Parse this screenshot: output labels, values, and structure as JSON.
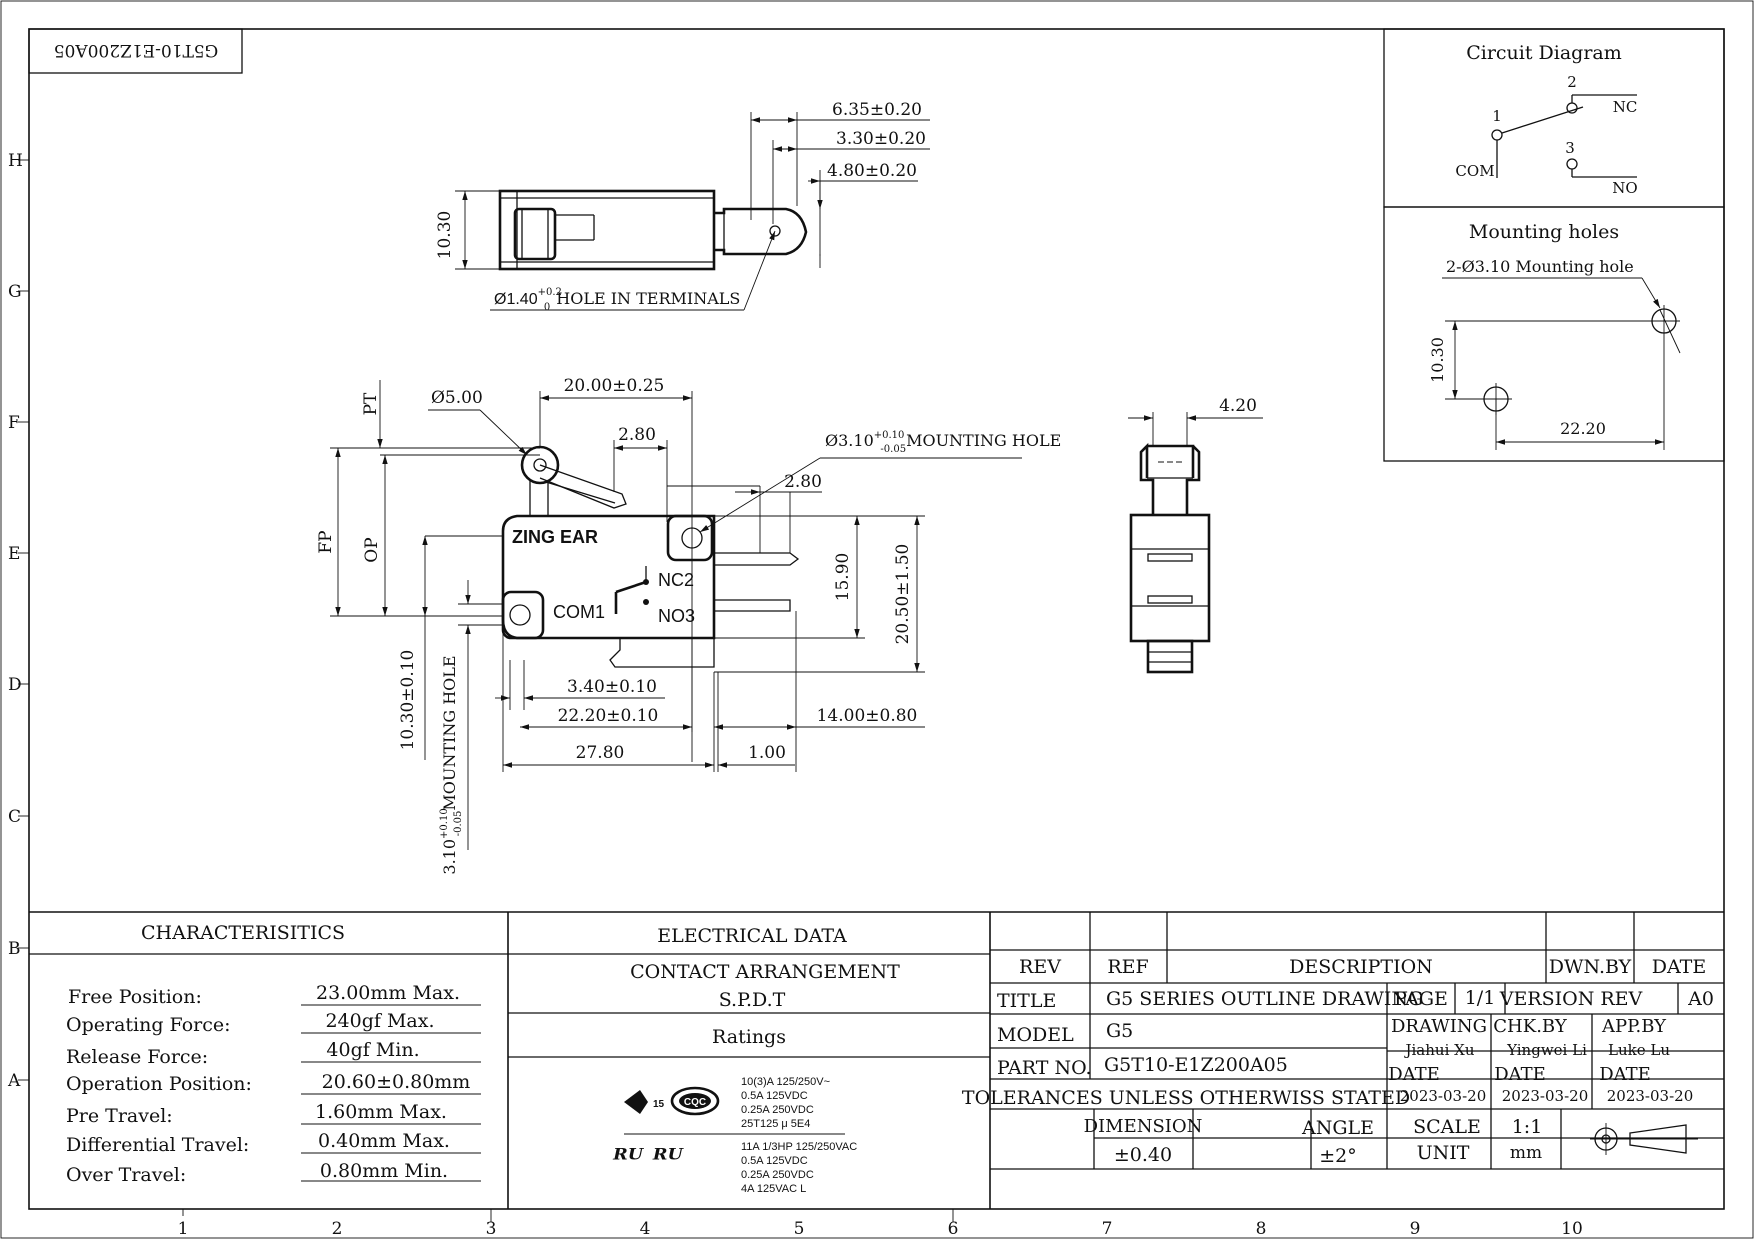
{
  "sheet": {
    "drawing_code": "G5T10-E1Z200A05",
    "row_labels": [
      "H",
      "G",
      "F",
      "E",
      "D",
      "C",
      "B",
      "A"
    ],
    "col_labels": [
      "1",
      "2",
      "3",
      "4",
      "5",
      "6",
      "7",
      "8",
      "9",
      "10"
    ]
  },
  "top_view": {
    "dim_a": "6.35±0.20",
    "dim_b": "3.30±0.20",
    "dim_c": "4.80±0.20",
    "height": "10.30",
    "hole_note": "Ø1.40",
    "hole_tol_upper": "+0.2",
    "hole_tol_lower": "0",
    "hole_note_suffix": "HOLE IN TERMINALS"
  },
  "front_view": {
    "roller_dia": "Ø5.00",
    "pt": "PT",
    "fp": "FP",
    "op": "OP",
    "dim_20_00": "20.00±0.25",
    "dim_2_80_a": "2.80",
    "dim_2_80_b": "2.80",
    "mount_hole": "Ø3.10",
    "mount_tol_upper": "+0.10",
    "mount_tol_lower": "-0.05",
    "mount_hole_suffix": "MOUNTING HOLE",
    "dim_15_90": "15.90",
    "dim_20_50": "20.50±1.50",
    "dim_10_30": "10.30±0.10",
    "dim_3_10": "3.10",
    "dim_3_10_upper": "+0.10",
    "dim_3_10_lower": "-0.05",
    "dim_3_10_suffix": "MOUNTING HOLE",
    "dim_3_40": "3.40±0.10",
    "dim_22_20": "22.20±0.10",
    "dim_14_00": "14.00±0.80",
    "dim_27_80": "27.80",
    "dim_1_00": "1.00",
    "brand": "ZING EAR",
    "com": "COM1",
    "nc": "NC2",
    "no": "NO3"
  },
  "side_view": {
    "width": "4.20"
  },
  "circuit": {
    "title": "Circuit Diagram",
    "pin1": "1",
    "pin2": "2",
    "pin3": "3",
    "com": "COM",
    "nc": "NC",
    "no": "NO"
  },
  "mounting": {
    "title": "Mounting holes",
    "note": "2-Ø3.10 Mounting hole",
    "vertical": "10.30",
    "horizontal": "22.20"
  },
  "characteristics": {
    "title": "CHARACTERISITICS",
    "rows": [
      {
        "label": "Free Position:",
        "value": "23.00mm Max."
      },
      {
        "label": "Operating Force:",
        "value": "240gf Max."
      },
      {
        "label": "Release Force:",
        "value": "40gf Min."
      },
      {
        "label": "Operation Position:",
        "value": "20.60±0.80mm"
      },
      {
        "label": "Pre Travel:",
        "value": "1.60mm Max."
      },
      {
        "label": "Differential Travel:",
        "value": "0.40mm Max."
      },
      {
        "label": "Over Travel:",
        "value": "0.80mm Min."
      }
    ]
  },
  "electrical": {
    "title": "ELECTRICAL DATA",
    "contact_title": "CONTACT ARRANGEMENT",
    "contact_value": "S.P.D.T",
    "ratings_title": "Ratings",
    "cert1_lines": [
      "10(3)A 125/250V~",
      "0.5A 125VDC",
      "0.25A 250VDC",
      "25T125 μ 5E4"
    ],
    "cert2_lines": [
      "11A 1/3HP 125/250VAC",
      "0.5A 125VDC",
      "0.25A 250VDC",
      "4A 125VAC  L"
    ],
    "cert_badge_text": "CQC",
    "cert_mark_15": "15",
    "ul_mark": "ᴿᵁ ᴿᵁ"
  },
  "title_block": {
    "rev_h": "REV",
    "ref_h": "REF",
    "description_h": "DESCRIPTION",
    "dwn_by_h": "DWN.BY",
    "date_h": "DATE",
    "title_l": "TITLE",
    "title_v": "G5 SERIES OUTLINE DRAWING",
    "page_l": "PAGE",
    "page_v": "1/1",
    "version_rev_l": "VERSION REV",
    "version_rev_v": "A0",
    "model_l": "MODEL",
    "model_v": "G5",
    "drawing_l": "DRAWING",
    "drawing_v": "Jiahui Xu",
    "chk_by_l": "CHK.BY",
    "chk_by_v": "Yingwei Li",
    "app_by_l": "APP.BY",
    "app_by_v": "Luke Lu",
    "part_no_l": "PART NO.",
    "part_no_v": "G5T10-E1Z200A05",
    "date1_l": "DATE",
    "date1_v": "2023-03-20",
    "date2_l": "DATE",
    "date2_v": "2023-03-20",
    "date3_l": "DATE",
    "date3_v": "2023-03-20",
    "tolerances": "TOLERANCES UNLESS OTHERWISS STATED",
    "dimension_l": "DIMENSION",
    "angle_l": "ANGLE",
    "scale_l": "SCALE",
    "scale_v": "1:1",
    "dimension_v": "±0.40",
    "angle_v": "±2°",
    "unit_l": "UNIT",
    "unit_v": "mm"
  }
}
